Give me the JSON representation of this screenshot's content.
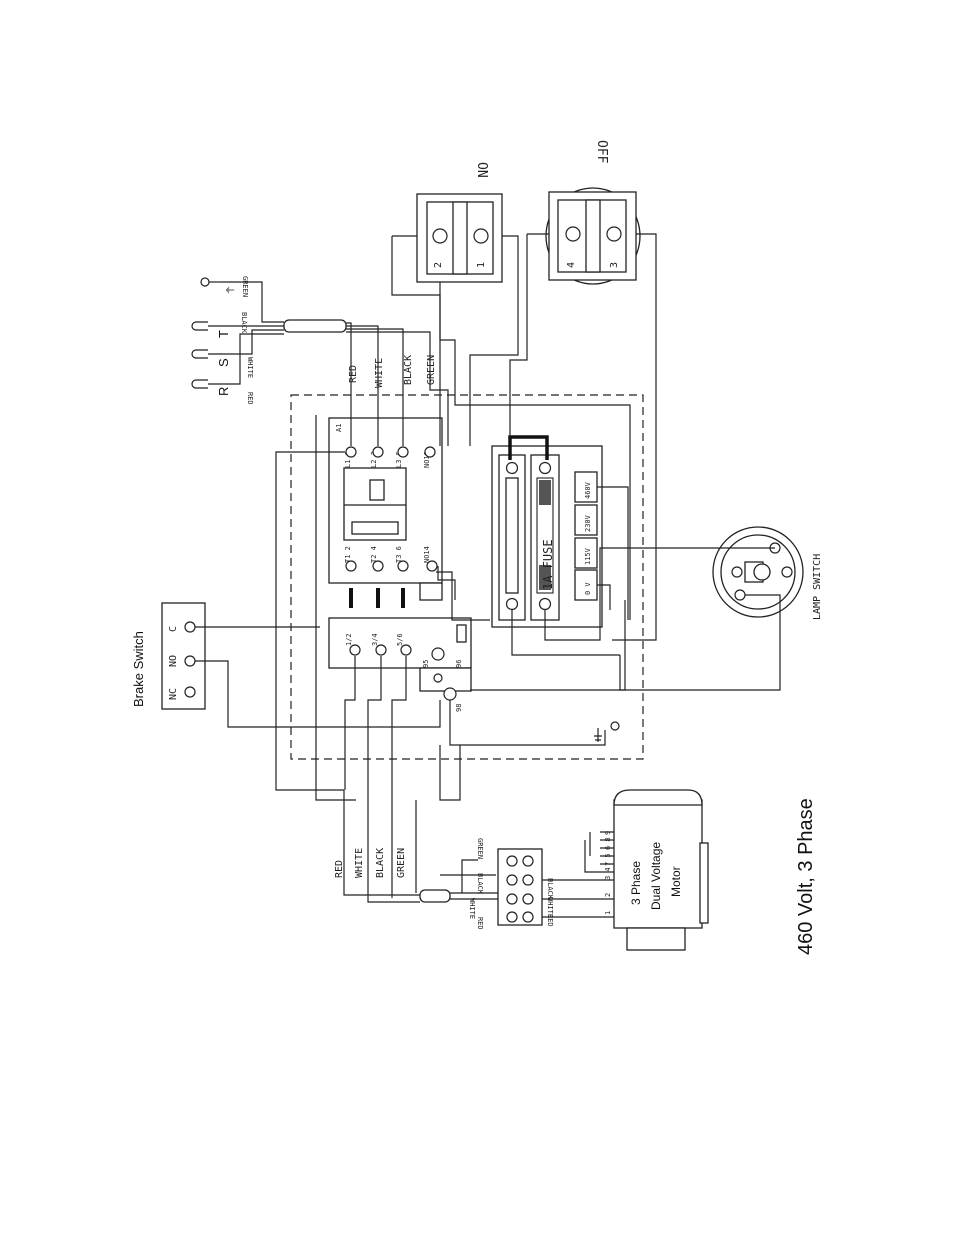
{
  "title": "460 Volt, 3 Phase",
  "brake_switch": {
    "label": "Brake Switch",
    "terminals": [
      "NC",
      "NO",
      "C"
    ]
  },
  "lamp_switch": {
    "label": "LAMP SWITCH"
  },
  "push_buttons": {
    "on": {
      "label": "ON",
      "terminals": [
        "2",
        "1"
      ]
    },
    "off": {
      "label": "OFF",
      "terminals": [
        "4",
        "3"
      ]
    }
  },
  "power_cord": {
    "leads": [
      "R",
      "S",
      "T"
    ],
    "wires": [
      "RED",
      "WHITE",
      "BLACK",
      "GREEN"
    ],
    "ground": "⏚"
  },
  "contactor": {
    "top_terminals": [
      "L1 1",
      "L2 3",
      "L3 5",
      "NO13"
    ],
    "bottom_terminals": [
      "T1 2",
      "T2 4",
      "T3 6",
      "NO14"
    ],
    "coil": "A1"
  },
  "overload_relay": {
    "terminals": [
      "1/2",
      "3/4",
      "5/6",
      "95",
      "96",
      "98"
    ]
  },
  "transformer": {
    "fuse": "1A FUSE",
    "taps": [
      "460V",
      "230V",
      "115V",
      "0 V"
    ]
  },
  "motor": {
    "name_lines": [
      "3 Phase",
      "Dual Voltage",
      "Motor"
    ],
    "leads": [
      "1",
      "2",
      "3",
      "4",
      "5",
      "6",
      "7",
      "8",
      "9"
    ],
    "lead_groups": [
      "1",
      "2",
      "3 4",
      "7 5",
      "6 8",
      "9"
    ],
    "cable_wires": [
      "RED",
      "WHITE",
      "BLACK",
      "GREEN"
    ],
    "block_labels": [
      "GREEN",
      "BLACK",
      "WHITE",
      "RED",
      "BLACK",
      "WHITE",
      "RED"
    ]
  }
}
